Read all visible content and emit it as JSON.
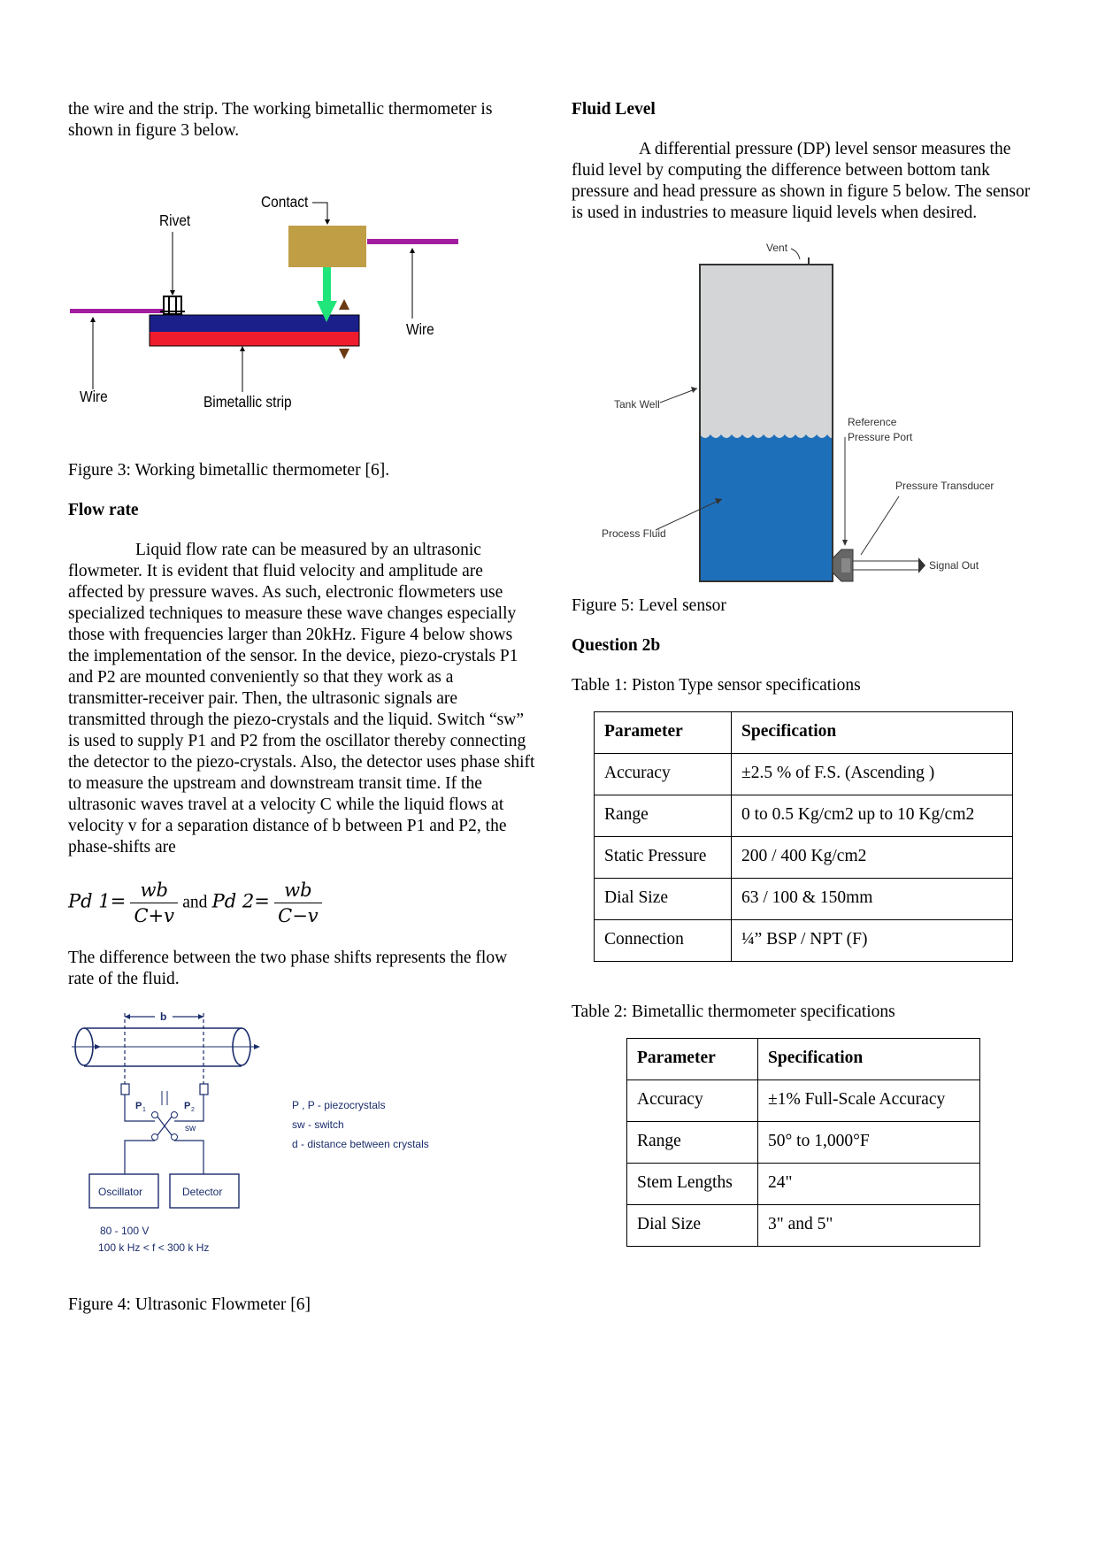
{
  "left": {
    "intro_text": "the wire and the strip. The working bimetallic thermometer is shown in figure 3 below.",
    "figure3": {
      "labels": {
        "contact": "Contact",
        "rivet": "Rivet",
        "wire_right": "Wire",
        "wire_left": "Wire",
        "strip": "Bimetallic strip"
      },
      "colors": {
        "contact_block": "#bf9e46",
        "wire": "#a31da0",
        "strip_top": "#1a1f8a",
        "strip_bottom": "#ee1c2d",
        "arrow": "#1fe57a"
      },
      "caption": "Figure 3: Working bimetallic thermometer [6]."
    },
    "flow_heading": "Flow rate",
    "flow_paragraph": "Liquid flow rate can be measured by an ultrasonic flowmeter. It is evident that fluid velocity and amplitude are affected by pressure waves. As such, electronic flowmeters use specialized techniques to measure these wave changes especially those with frequencies larger than 20kHz. Figure 4 below shows the implementation of the sensor. In the device, piezo-crystals P1 and P2 are mounted conveniently so that they work as a transmitter-receiver pair. Then, the ultrasonic signals are transmitted through the piezo-crystals and the liquid. Switch “sw” is used to supply P1 and P2 from the oscillator thereby connecting the detector to the piezo-crystals. Also, the detector uses phase shift to measure the upstream and downstream transit time. If the ultrasonic waves travel at a velocity C while the liquid flows at velocity v for a separation distance of b between P1 and P2, the phase-shifts are",
    "equation": {
      "lhs1": "Pd 1=",
      "num1": "wb",
      "den1": "C+v",
      "and": "and",
      "lhs2": "Pd 2=",
      "num2": "wb",
      "den2": "C−v"
    },
    "difference_text": "The difference between the two phase shifts represents the flow rate of the fluid.",
    "figure4": {
      "labels": {
        "b": "b",
        "p1": "P",
        "p1_sub": "1",
        "p2": "P",
        "p2_sub": "2",
        "sw": "sw",
        "oscillator": "Oscillator",
        "detector": "Detector",
        "voltage": "80 - 100 V",
        "freq": "100 k Hz <  f  <  300 k Hz",
        "legend1": "P  , P  -  piezocrystals",
        "legend2": "sw - switch",
        "legend3": "d - distance between crystals"
      },
      "caption": "Figure 4: Ultrasonic Flowmeter [6]"
    }
  },
  "right": {
    "fluid_heading": "Fluid Level",
    "fluid_paragraph": "A differential pressure (DP) level sensor measures the fluid level by computing the difference between bottom tank pressure and head pressure as shown in figure 5 below. The sensor is used in industries to measure liquid levels when desired.",
    "figure5": {
      "labels": {
        "vent": "Vent",
        "tank_well": "Tank Well",
        "ref1": "Reference",
        "ref2": "Pressure Port",
        "transducer": "Pressure Transducer",
        "process_fluid": "Process Fluid",
        "signal_out": "Signal Out"
      },
      "colors": {
        "fluid": "#1e6fba",
        "air": "#d4d5d7"
      },
      "caption": "Figure 5: Level sensor"
    },
    "question_heading": "Question 2b",
    "table1": {
      "caption": "Table 1: Piston Type sensor specifications",
      "headers": [
        "Parameter",
        "Specification"
      ],
      "rows": [
        [
          "Accuracy",
          "±2.5 % of F.S. (Ascending )"
        ],
        [
          "Range",
          "0 to 0.5 Kg/cm2 up to 10 Kg/cm2"
        ],
        [
          "Static Pressure",
          "200 / 400 Kg/cm2"
        ],
        [
          "Dial Size",
          "63 / 100 & 150mm"
        ],
        [
          "Connection",
          "¼” BSP / NPT (F)"
        ]
      ]
    },
    "table2": {
      "caption": "Table 2: Bimetallic thermometer specifications",
      "headers": [
        "Parameter",
        "Specification"
      ],
      "rows": [
        [
          "Accuracy",
          "±1% Full-Scale Accuracy"
        ],
        [
          "Range",
          "50° to 1,000°F"
        ],
        [
          "Stem Lengths",
          "24\""
        ],
        [
          "Dial Size",
          "3\" and 5\""
        ]
      ]
    }
  }
}
